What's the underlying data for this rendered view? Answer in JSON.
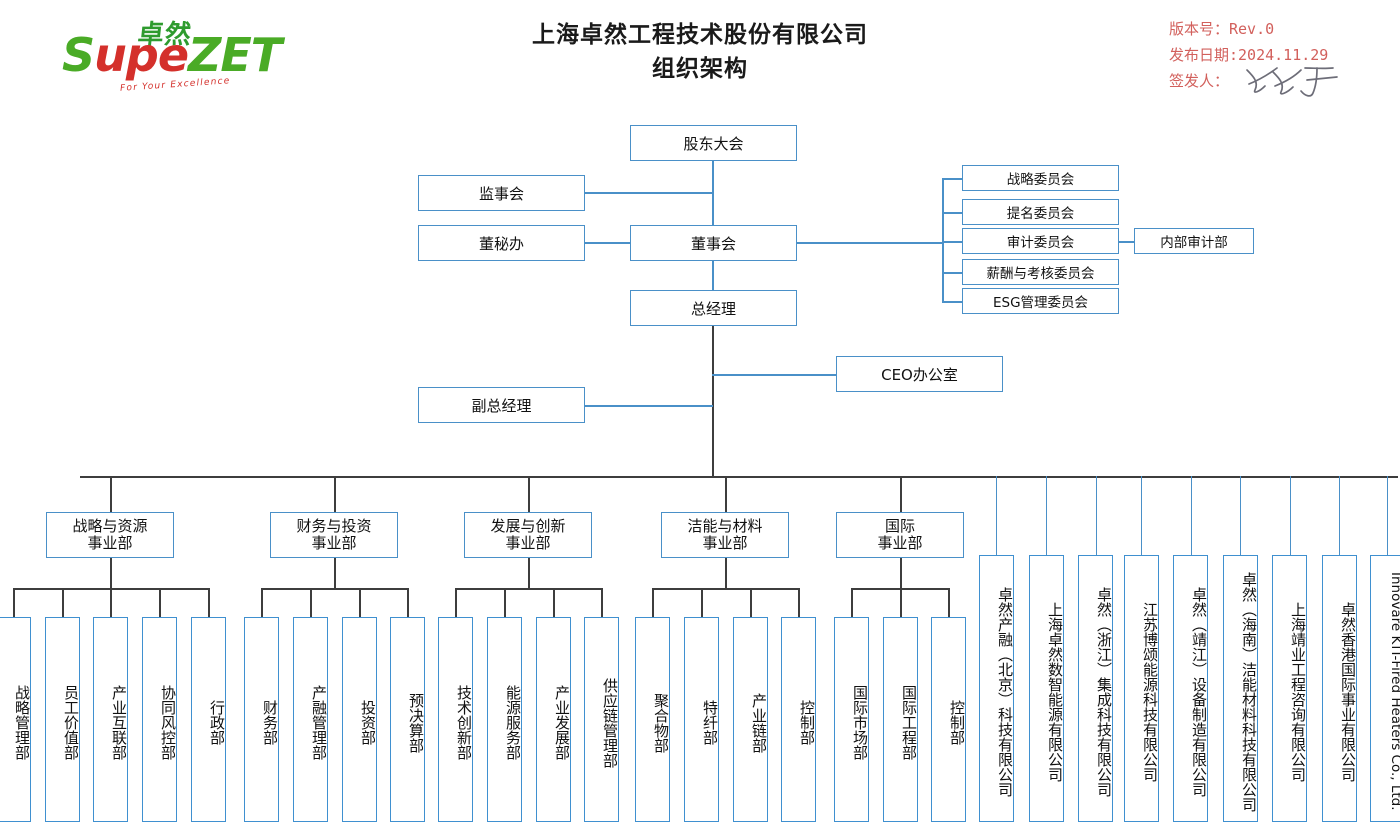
{
  "header": {
    "logo": {
      "cn_mark": "卓然",
      "word_supe": "Supe",
      "word_zet": "ZET",
      "tagline": "For Your Excellence"
    },
    "title_line1": "上海卓然工程技术股份有限公司",
    "title_line2": "组织架构",
    "meta": {
      "version_label": "版本号：Rev.0",
      "date_label": "发布日期:2024.11.29",
      "issuer_label": "签发人：",
      "signature": "handwritten-signature",
      "color": "#d2605c"
    }
  },
  "colors": {
    "box_border": "#4a90c8",
    "leaf_border": "#3f90d0",
    "connector_blue": "#4a90c8",
    "connector_dark": "#3d3d3d",
    "logo_green": "#4aab26",
    "logo_red": "#d4302b"
  },
  "governance": {
    "shareholders": "股东大会",
    "supervisors": "监事会",
    "board_secretary": "董秘办",
    "board": "董事会",
    "general_manager": "总经理",
    "ceo_office": "CEO办公室",
    "deputy_gm": "副总经理"
  },
  "committees": [
    "战略委员会",
    "提名委员会",
    "审计委员会",
    "薪酬与考核委员会",
    "ESG管理委员会"
  ],
  "audit_department": "内部审计部",
  "divisions": [
    {
      "name_line1": "战略与资源",
      "name_line2": "事业部",
      "departments": [
        "战略管理部",
        "员工价值部",
        "产业互联部",
        "协同风控部",
        "行政部"
      ]
    },
    {
      "name_line1": "财务与投资",
      "name_line2": "事业部",
      "departments": [
        "财务部",
        "产融管理部",
        "投资部",
        "预决算部"
      ]
    },
    {
      "name_line1": "发展与创新",
      "name_line2": "事业部",
      "departments": [
        "技术创新部",
        "能源服务部",
        "产业发展部",
        "供应链管理部"
      ]
    },
    {
      "name_line1": "洁能与材料",
      "name_line2": "事业部",
      "departments": [
        "聚合物部",
        "特纤部",
        "产业链部",
        "控制部"
      ]
    },
    {
      "name_line1": "国际",
      "name_line2": "事业部",
      "departments": [
        "国际市场部",
        "国际工程部",
        "控制部"
      ]
    }
  ],
  "subsidiaries": [
    "卓然产融（北京）科技有限公司",
    "上海卓然数智能源有限公司",
    "卓然（浙江）集成科技有限公司",
    "江苏博颂能源科技有限公司",
    "卓然（靖江）设备制造有限公司",
    "卓然（海南）洁能材料科技有限公司",
    "上海靖业工程咨询有限公司",
    "卓然香港国际事业有限公司",
    "Innovare KTI-Fired Heaters Co., Ltd."
  ]
}
